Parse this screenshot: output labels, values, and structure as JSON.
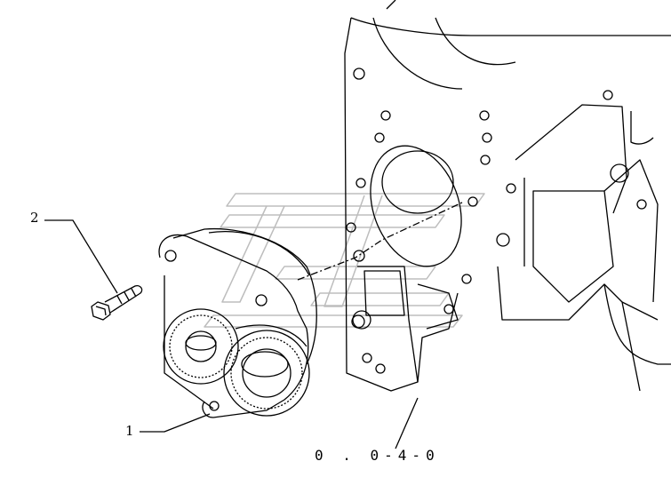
{
  "callouts": [
    {
      "label": "2",
      "part": "bolt"
    },
    {
      "label": "1",
      "part": "oil-pump"
    }
  ],
  "reference": "0 . 0-4-0",
  "watermark": "logo"
}
